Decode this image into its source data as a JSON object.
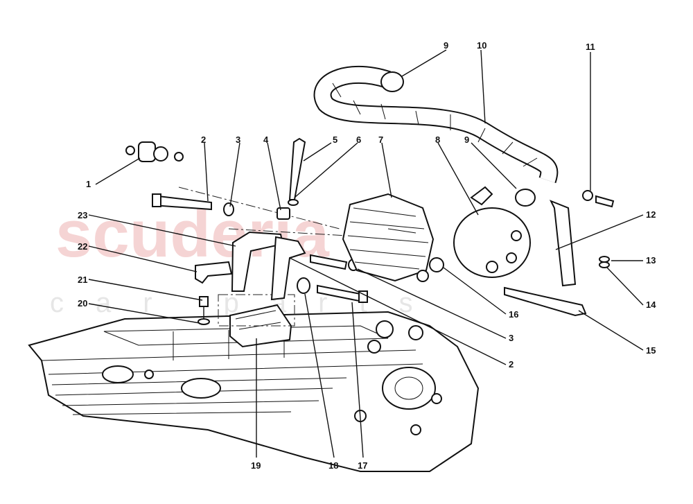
{
  "watermark": {
    "brand": "scuderia",
    "sub": "car parts",
    "color": "#f2c6c6"
  },
  "callouts": [
    "1",
    "2",
    "3",
    "4",
    "5",
    "6",
    "7",
    "8",
    "9",
    "10",
    "11",
    "12",
    "13",
    "14",
    "15",
    "16",
    "3",
    "2",
    "9",
    "17",
    "18",
    "19",
    "20",
    "21",
    "22",
    "23"
  ]
}
